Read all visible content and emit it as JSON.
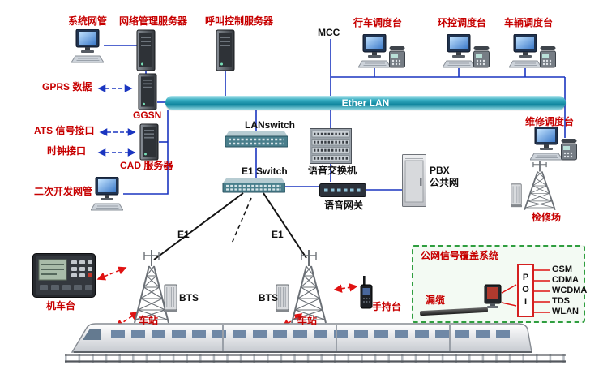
{
  "colors": {
    "label_red": "#c70000",
    "text_dark": "#101010",
    "line_blue": "#1a35c0",
    "line_black": "#141414",
    "arrow_red": "#e01212",
    "lan_bar_teal": "#0e849d",
    "coverage_green": "#2f9e3f",
    "poi_border_red": "#d42020"
  },
  "nodes": {
    "system_nms": "系统网管",
    "network_mgmt_server": "网络管理服务器",
    "call_control_server": "呼叫控制服务器",
    "mcc": "MCC",
    "train_dispatch_console": "行车调度台",
    "env_dispatch_console": "环控调度台",
    "vehicle_dispatch_console": "车辆调度台",
    "gprs_data": "GPRS 数据",
    "ggsn": "GGSN",
    "ats_interface": "ATS 信号接口",
    "clock_interface": "时钟接口",
    "cad_server": "CAD 服务器",
    "secondary_dev_nms": "二次开发网管",
    "ether_lan": "Ether LAN",
    "lanswitch": "LANswitch",
    "e1_switch": "E1 Switch",
    "voice_switch": "语音交换机",
    "voice_gateway": "语音网关",
    "pbx": "PBX",
    "public_network": "公共网",
    "maintenance_console": "维修调度台",
    "maintenance_yard": "检修场",
    "e1_link_left": "E1",
    "e1_link_right": "E1",
    "locomotive_station": "机车台",
    "bts_left": "BTS",
    "bts_right": "BTS",
    "station_left": "车站",
    "station_right": "车站",
    "handheld_station": "手持台",
    "coverage_system_title": "公网信号覆盖系统",
    "leaky_cable": "漏缆",
    "poi": "POI",
    "services": [
      "GSM",
      "CDMA",
      "WCDMA",
      "TDS",
      "WLAN"
    ]
  }
}
